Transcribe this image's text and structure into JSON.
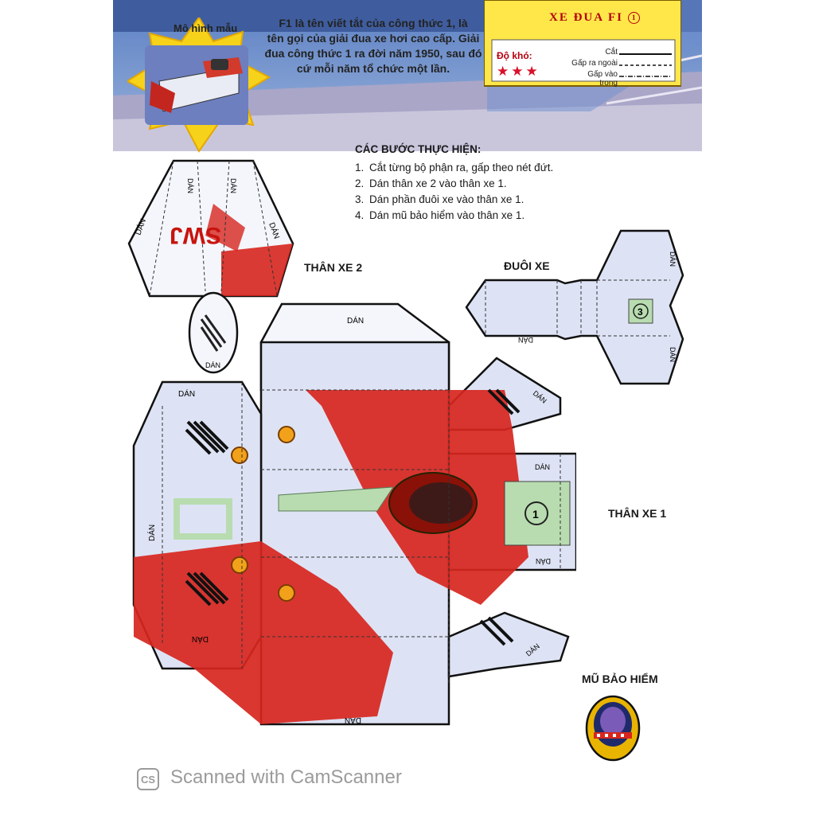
{
  "header": {
    "model_label": "Mô hình mẫu",
    "intro_lines": [
      "F1 là tên viết tắt của công thức 1, là",
      "tên gọi của giải đua xe hơi cao cấp. Giải",
      "đua công thức 1 ra đời năm 1950, sau đó",
      "cứ mỗi năm tổ chức một lần."
    ],
    "title": "XE ĐUA FI",
    "title_number": "1",
    "difficulty_label": "Độ khó:",
    "stars": "★★★",
    "legend": {
      "cut": "Cắt",
      "fold_out": "Gấp ra ngoài",
      "fold_in": "Gấp vào trong"
    }
  },
  "steps": {
    "title": "CÁC BƯỚC THỰC HIỆN:",
    "items": [
      {
        "num": "1.",
        "text": "Cắt từng bộ phận ra, gấp theo nét đứt."
      },
      {
        "num": "2.",
        "text": "Dán thân xe 2 vào thân xe 1."
      },
      {
        "num": "3.",
        "text": "Dán phần đuôi xe vào thân xe 1."
      },
      {
        "num": "4.",
        "text": "Dán mũ bảo hiểm vào thân xe 1."
      }
    ]
  },
  "parts": {
    "body2": "THÂN XE 2",
    "tail": "ĐUÔI XE",
    "body1": "THÂN XE 1",
    "helmet": "MŨ BẢO HIỂM",
    "glue": "DÁN",
    "body2_logo": "SWJ",
    "num1": "1",
    "num3": "3"
  },
  "colors": {
    "red": "#d7261e",
    "light_blue": "#dde3f4",
    "green": "#b8dcb0",
    "gold": "#e8b400"
  },
  "footer": {
    "cs_logo": "CS",
    "scanner_text": "Scanned with CamScanner"
  }
}
